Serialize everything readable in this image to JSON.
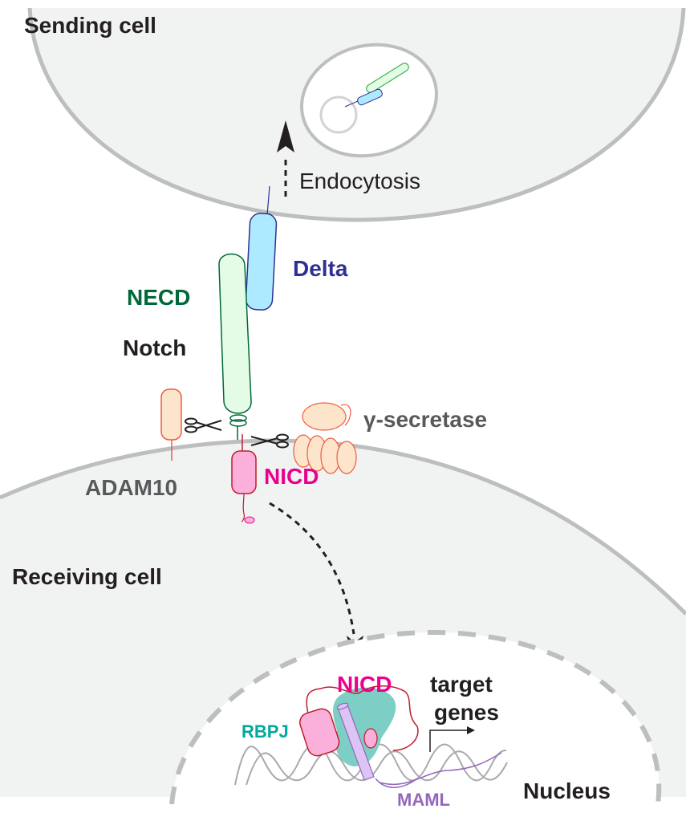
{
  "title": "Notch signaling: Delta–Notch interaction, cleavage and NICD nuclear translocation",
  "labels": {
    "sending_cell": "Sending cell",
    "endocytosis": "Endocytosis",
    "delta": "Delta",
    "necd": "NECD",
    "notch": "Notch",
    "gamma_secretase": "γ-secretase",
    "adam10": "ADAM10",
    "nicd_membrane": "NICD",
    "receiving_cell": "Receiving cell",
    "nicd_nucleus": "NICD",
    "target_genes_line1": "target",
    "target_genes_line2": "genes",
    "rbpj": "RBPJ",
    "maml": "MAML",
    "nucleus": "Nucleus"
  },
  "colors": {
    "cell_fill": "#f1f2f2",
    "membrane": "#bcbec0",
    "delta": "#2e3192",
    "delta_fill": "#aeeaff",
    "necd": "#006838",
    "necd_fill": "#e4fce6",
    "notch_text": "#231f20",
    "nicd": "#ec008c",
    "nicd_stroke": "#be1e2d",
    "nicd_fill": "#fbb0dc",
    "adam_stroke": "#f15a40",
    "adam_fill": "#fde5cc",
    "gray_text": "#58595b",
    "rbpj": "#00a99d",
    "rbpj_fill": "#7dcfc5",
    "maml": "#9467bd",
    "maml_fill": "#dcc4f5",
    "dna": "#a7a9ac"
  }
}
